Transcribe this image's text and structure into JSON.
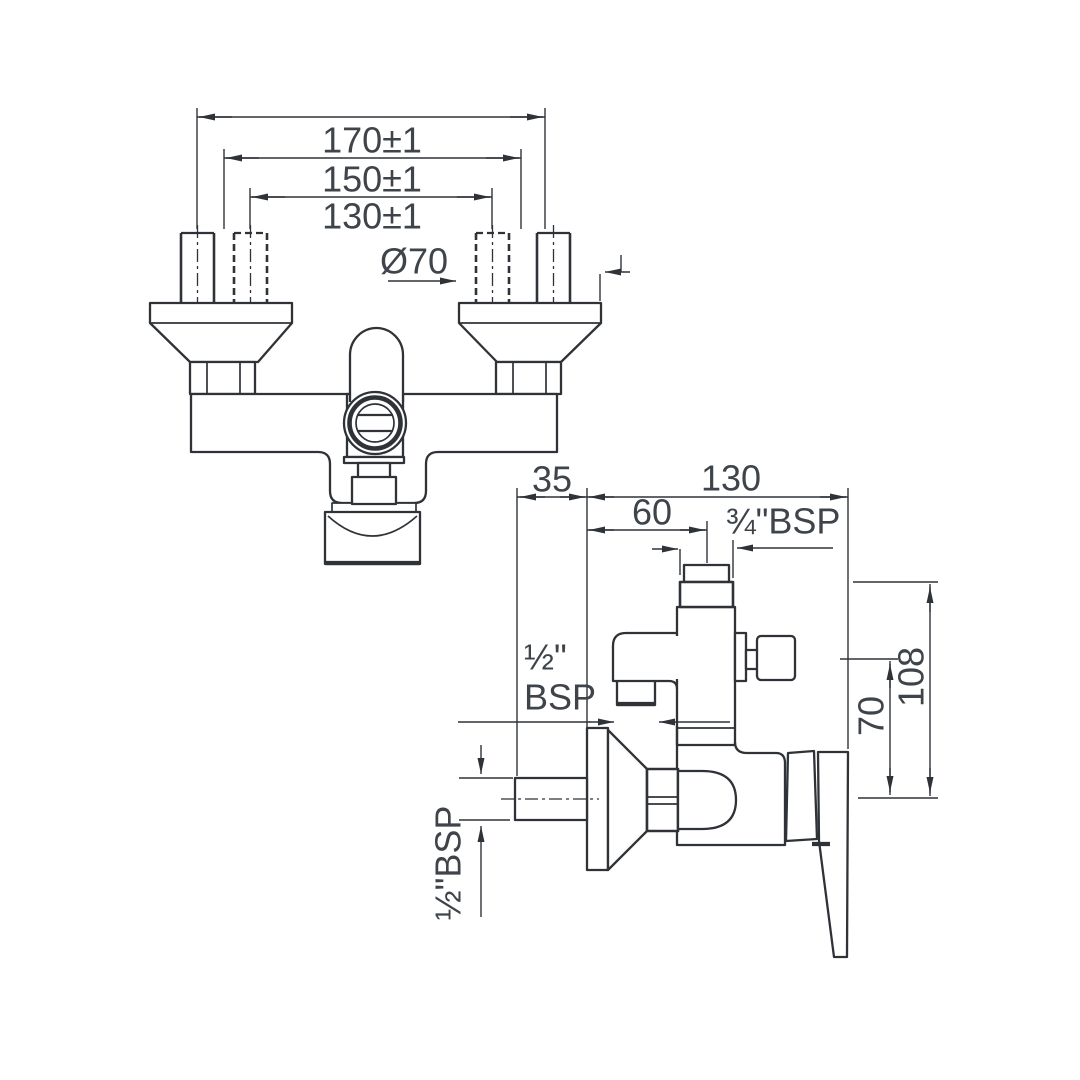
{
  "colors": {
    "line": "#2f3338",
    "text": "#3f444b",
    "background": "#ffffff"
  },
  "front_view": {
    "dims": {
      "d170": "170±1",
      "d150": "150±1",
      "d130": "130±1",
      "dia70": "Ø70"
    }
  },
  "side_view": {
    "dims": {
      "d35": "35",
      "d130": "130",
      "d60": "60",
      "bsp34": "¾\"BSP",
      "bsp12_line1": "½\"",
      "bsp12_line2": "BSP",
      "d70": "70",
      "d108": "108",
      "bsp12_rotated": "½\"BSP"
    }
  }
}
